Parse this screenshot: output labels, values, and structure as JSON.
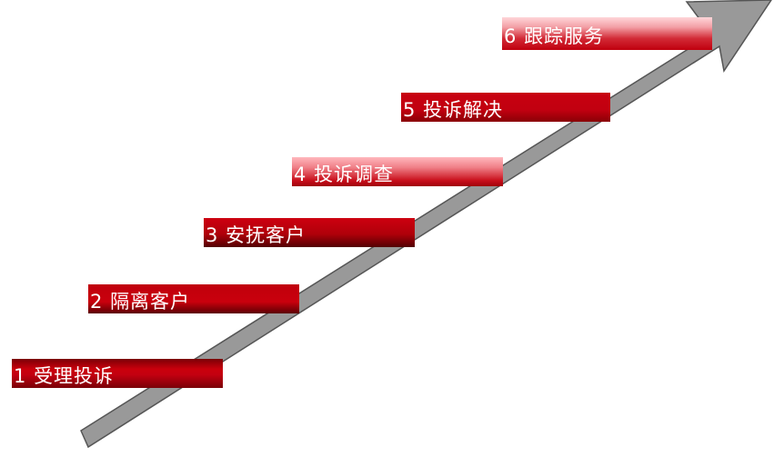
{
  "steps": [
    {
      "number": "1",
      "label": "受理投诉"
    },
    {
      "number": "2",
      "label": "隔离客户"
    },
    {
      "number": "3",
      "label": "安抚客户"
    },
    {
      "number": "4",
      "label": "投诉调查"
    },
    {
      "number": "5",
      "label": "投诉解决"
    },
    {
      "number": "6",
      "label": "跟踪服务"
    }
  ],
  "colors": {
    "arrow_fill": "#999999",
    "arrow_stroke": "#555555",
    "step_red": "#c8000e",
    "text": "#ffffff"
  },
  "icons": {
    "progress_arrow": "diagonal-arrow-icon"
  }
}
